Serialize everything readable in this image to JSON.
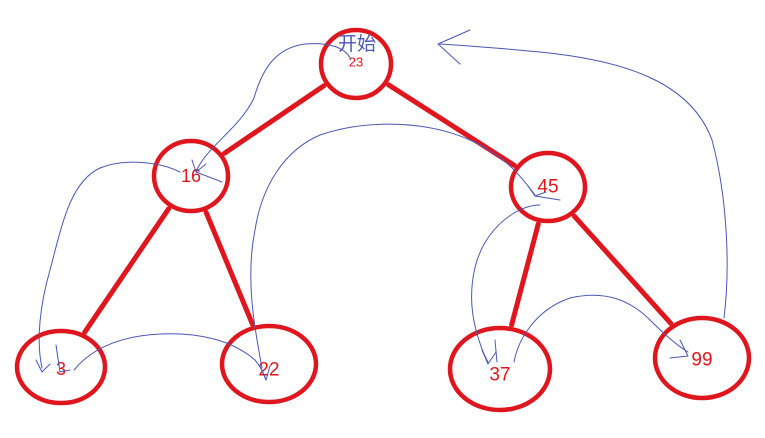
{
  "colors": {
    "node_stroke": "#e0161e",
    "node_text": "#e0161e",
    "edge": "#e0161e",
    "traversal": "#4b58b4",
    "start_text": "#4b58b4"
  },
  "start_label": "开始",
  "nodes": [
    {
      "id": "n23",
      "label": "23"
    },
    {
      "id": "n16",
      "label": "16"
    },
    {
      "id": "n45",
      "label": "45"
    },
    {
      "id": "n3",
      "label": "3"
    },
    {
      "id": "n22",
      "label": "22"
    },
    {
      "id": "n37",
      "label": "37"
    },
    {
      "id": "n99",
      "label": "99"
    }
  ],
  "edges": [
    {
      "from": "n23",
      "to": "n16"
    },
    {
      "from": "n23",
      "to": "n45"
    },
    {
      "from": "n16",
      "to": "n3"
    },
    {
      "from": "n16",
      "to": "n22"
    },
    {
      "from": "n45",
      "to": "n37"
    },
    {
      "from": "n45",
      "to": "n99"
    }
  ]
}
